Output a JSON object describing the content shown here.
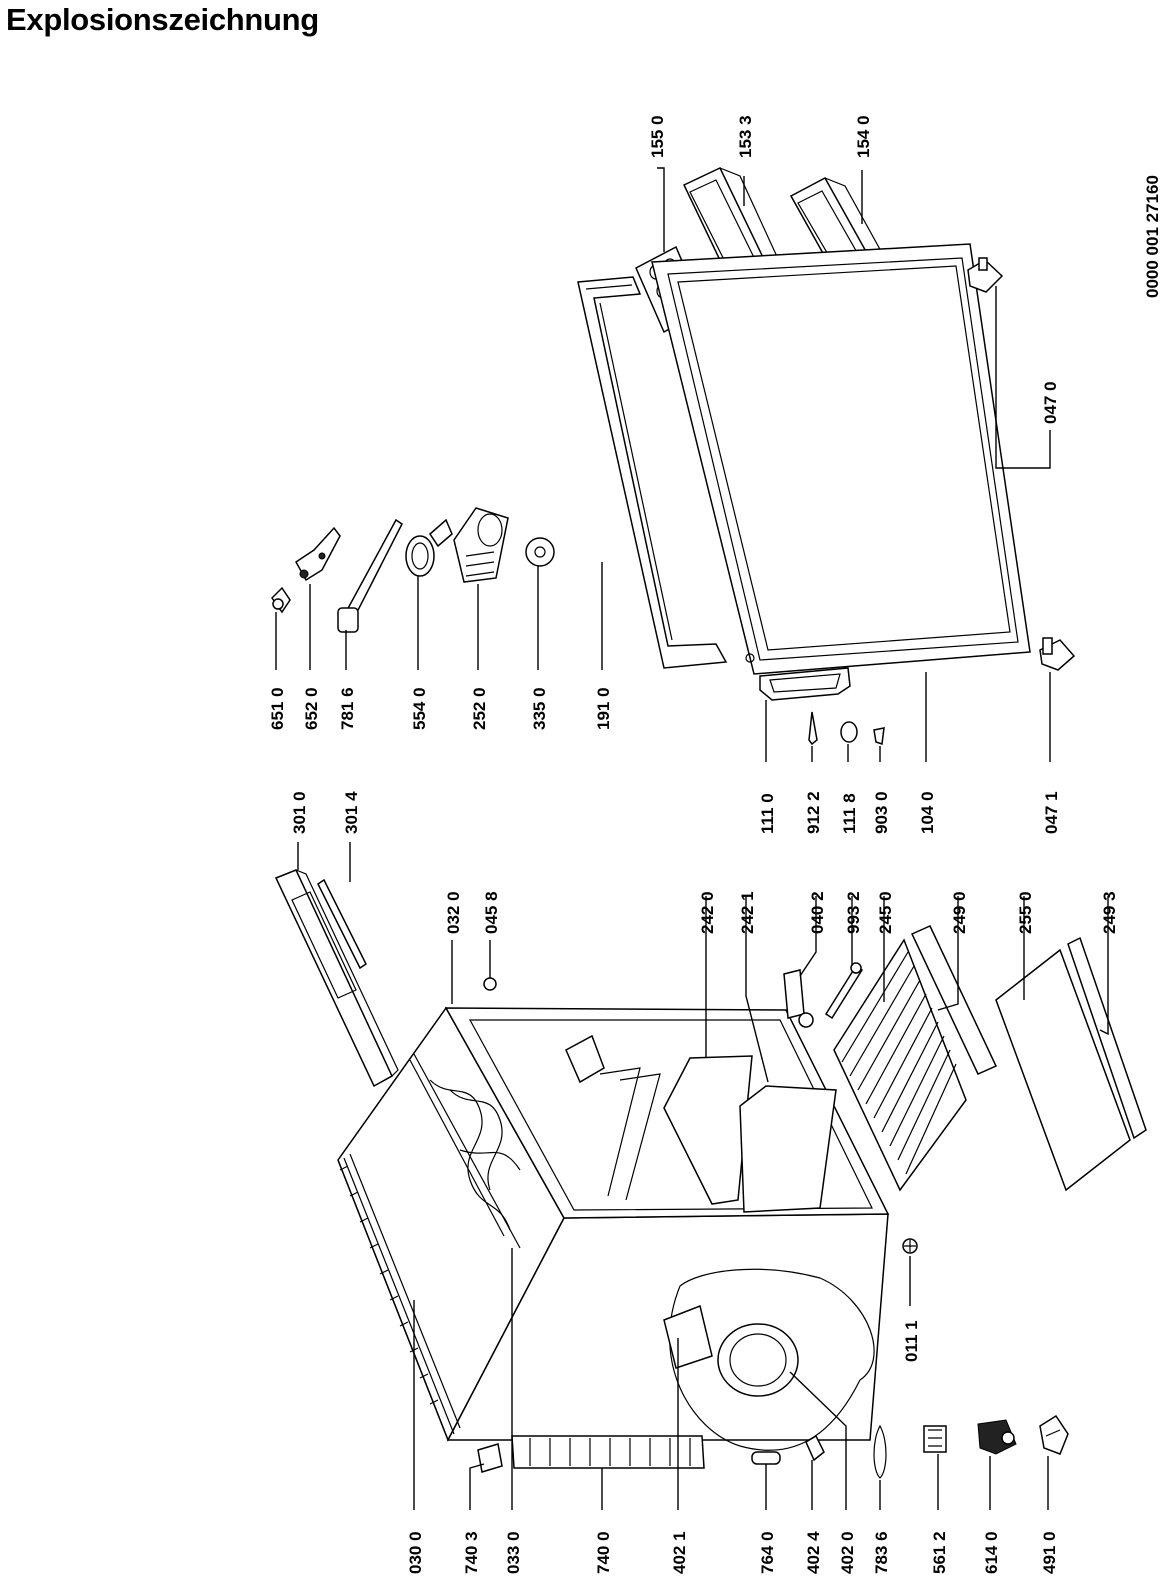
{
  "title": "Explosionszeichnung",
  "doc_number": "0000 001 27160",
  "part_labels": [
    "155 0",
    "153 3",
    "154 0",
    "047 0",
    "651 0",
    "652 0",
    "781 6",
    "554 0",
    "252 0",
    "335 0",
    "191 0",
    "301 0",
    "301 4",
    "111 0",
    "912 2",
    "111 8",
    "903 0",
    "104 0",
    "047 1",
    "032 0",
    "045 8",
    "242 0",
    "242 1",
    "040 2",
    "993 2",
    "245 0",
    "249 0",
    "255 0",
    "249 3",
    "011 1",
    "030 0",
    "740 3",
    "033 0",
    "740 0",
    "402 1",
    "764 0",
    "402 4",
    "402 0",
    "783 6",
    "561 2",
    "614 0",
    "491 0"
  ]
}
